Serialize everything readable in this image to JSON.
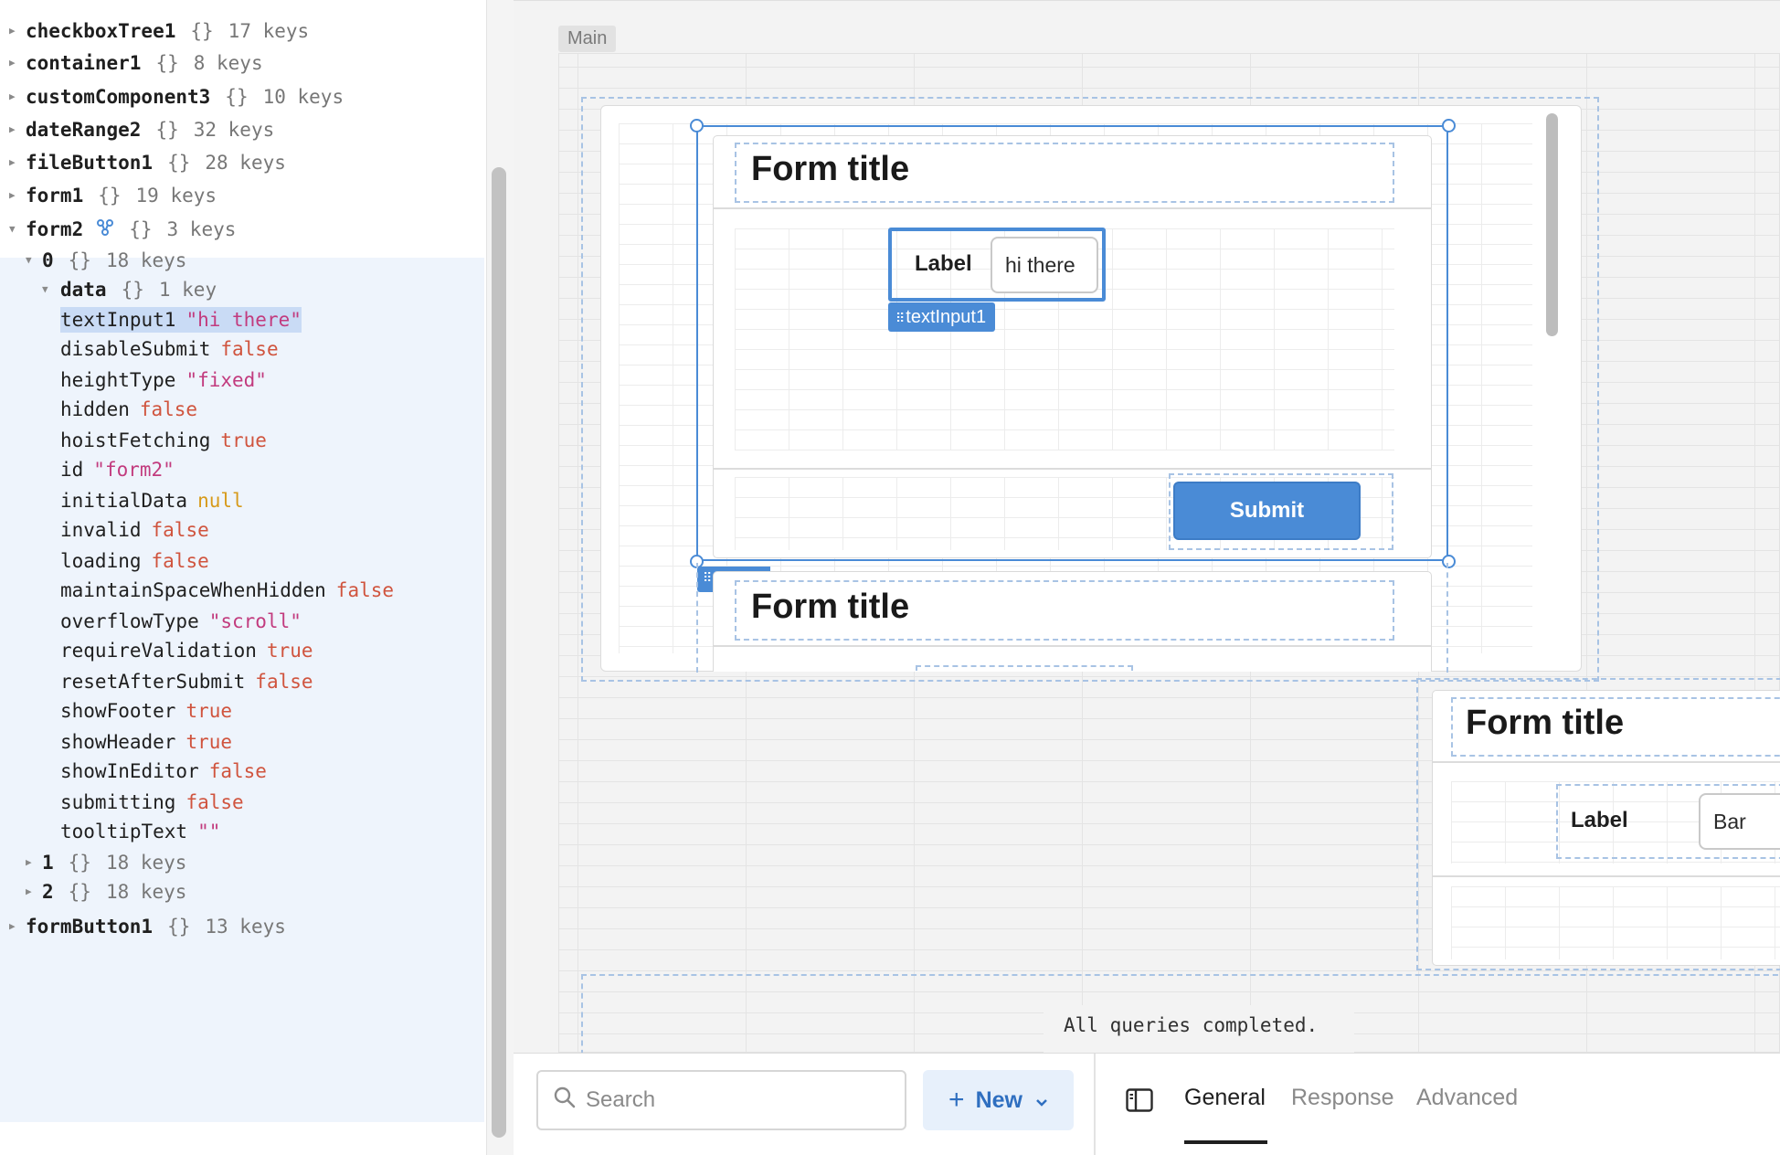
{
  "state_tree": {
    "items": [
      {
        "key": "checkboxTree1",
        "type": "{}",
        "count": "17 keys"
      },
      {
        "key": "container1",
        "type": "{}",
        "count": "8 keys"
      },
      {
        "key": "customComponent3",
        "type": "{}",
        "count": "10 keys"
      },
      {
        "key": "dateRange2",
        "type": "{}",
        "count": "32 keys"
      },
      {
        "key": "fileButton1",
        "type": "{}",
        "count": "28 keys"
      },
      {
        "key": "form1",
        "type": "{}",
        "count": "19 keys"
      },
      {
        "key": "form2",
        "type": "{}",
        "count": "3 keys"
      },
      {
        "key": "0",
        "type": "{}",
        "count": "18 keys"
      },
      {
        "key": "data",
        "type": "{}",
        "count": "1 key"
      },
      {
        "key": "1",
        "type": "{}",
        "count": "18 keys"
      },
      {
        "key": "2",
        "type": "{}",
        "count": "18 keys"
      },
      {
        "key": "formButton1",
        "type": "{}",
        "count": "13 keys"
      }
    ],
    "props": [
      {
        "key": "textInput1",
        "value": "\"hi there\""
      },
      {
        "key": "disableSubmit",
        "value": "false"
      },
      {
        "key": "heightType",
        "value": "\"fixed\""
      },
      {
        "key": "hidden",
        "value": "false"
      },
      {
        "key": "hoistFetching",
        "value": "true"
      },
      {
        "key": "id",
        "value": "\"form2\""
      },
      {
        "key": "initialData",
        "value": "null"
      },
      {
        "key": "invalid",
        "value": "false"
      },
      {
        "key": "loading",
        "value": "false"
      },
      {
        "key": "maintainSpaceWhenHidden",
        "value": "false"
      },
      {
        "key": "overflowType",
        "value": "\"scroll\""
      },
      {
        "key": "requireValidation",
        "value": "true"
      },
      {
        "key": "resetAfterSubmit",
        "value": "false"
      },
      {
        "key": "showFooter",
        "value": "true"
      },
      {
        "key": "showHeader",
        "value": "true"
      },
      {
        "key": "showInEditor",
        "value": "false"
      },
      {
        "key": "submitting",
        "value": "false"
      },
      {
        "key": "tooltipText",
        "value": "\"\""
      }
    ]
  },
  "canvas": {
    "frame_label": "Main",
    "form_a": {
      "title": "Form title",
      "field_label": "Label",
      "field_value": "hi there",
      "component_tag": "textInput1",
      "submit_label": "Submit"
    },
    "form_b": {
      "title": "Form title"
    },
    "form_c": {
      "title": "Form title",
      "field_label": "Label",
      "field_value": "Bar"
    },
    "query_status": "All queries completed."
  },
  "bottom_panel": {
    "search_placeholder": "Search",
    "new_label": "New",
    "tabs": [
      "General",
      "Response",
      "Advanced"
    ],
    "active_tab": "General"
  },
  "colors": {
    "accent": "#4a8bd6",
    "string_value": "#c23b7e",
    "boolean_value": "#d0543e",
    "null_value": "#d79a1a",
    "selected_bg": "#eef4fc"
  },
  "icons": [
    "chevron-right-icon",
    "chevron-down-icon",
    "link-icon",
    "drag-grip-icon",
    "search-icon",
    "plus-icon",
    "panel-toggle-icon"
  ]
}
